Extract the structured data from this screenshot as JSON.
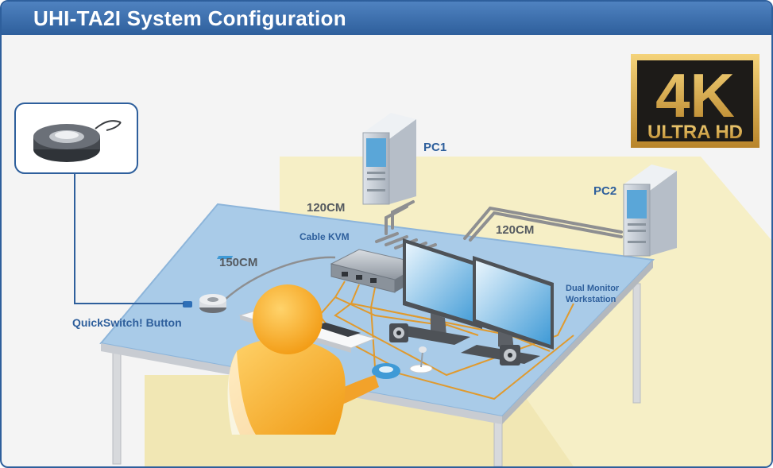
{
  "header": {
    "title": "UHI-TA2I  System Configuration"
  },
  "badge": {
    "main": "4K",
    "sub": "ULTRA HD"
  },
  "labels": {
    "pc1": "PC1",
    "pc2": "PC2",
    "cable_pc1": "120CM",
    "cable_pc2": "120CM",
    "cable_button": "150CM",
    "kvm": "Cable KVM",
    "quickswitch": "QuickSwitch! Button",
    "workstation_line1": "Dual Monitor",
    "workstation_line2": "Workstation"
  },
  "colors": {
    "header": "#2e5f9c",
    "desk_top": "#a9cbe8",
    "floor": "#f6efc6",
    "cable_orange": "#e09a2e",
    "label_blue": "#2e5f9c",
    "badge_gold": "#d6a53a"
  }
}
